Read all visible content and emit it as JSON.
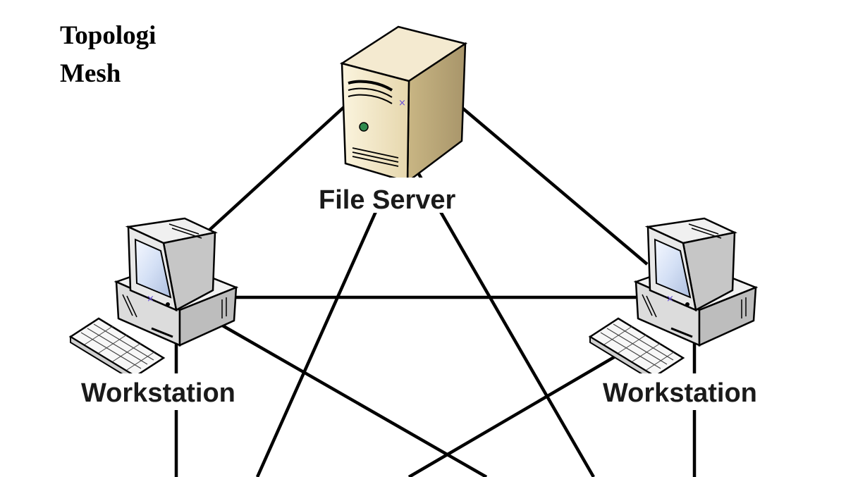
{
  "title": {
    "line1": "Topologi",
    "line2": "Mesh"
  },
  "nodes": {
    "server": {
      "label": "File Server"
    },
    "workstation_left": {
      "label": "Workstation"
    },
    "workstation_right": {
      "label": "Workstation"
    }
  },
  "colors": {
    "line": "#000000",
    "server_body": "#e9dcb8",
    "monitor_screen": "#dbe6f7",
    "device_gray": "#e6e6e6"
  },
  "icons": [
    "file-server-icon",
    "monitor-icon",
    "keyboard-icon"
  ]
}
